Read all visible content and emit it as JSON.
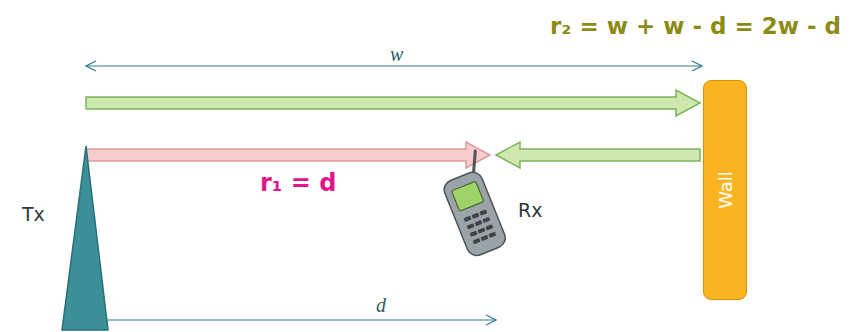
{
  "diagram": {
    "nodes": [
      {
        "text": [
          "Wall"
        ]
      }
    ],
    "labels": [
      "r₂ = w + w - d = 2w - d",
      "w",
      "r₁ = d",
      "Tx",
      "Rx",
      "d"
    ]
  }
}
